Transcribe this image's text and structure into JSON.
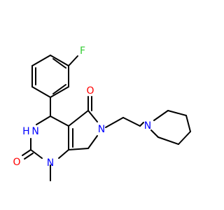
{
  "molecule": {
    "colors": {
      "bond": "#000000",
      "carbon_text": "#000000",
      "oxygen": "#ff0000",
      "nitrogen": "#0000ff",
      "fluorine": "#33cc33"
    },
    "atoms": {
      "fluorine": "F",
      "ketone_oxygen": "O",
      "urea_oxygen": "O",
      "lactam_nitrogen": "N",
      "nh_nitrogen": "H N",
      "methyl_nitrogen": "N",
      "methyl_label": "methyl",
      "piperidine_nitrogen": "N"
    }
  }
}
